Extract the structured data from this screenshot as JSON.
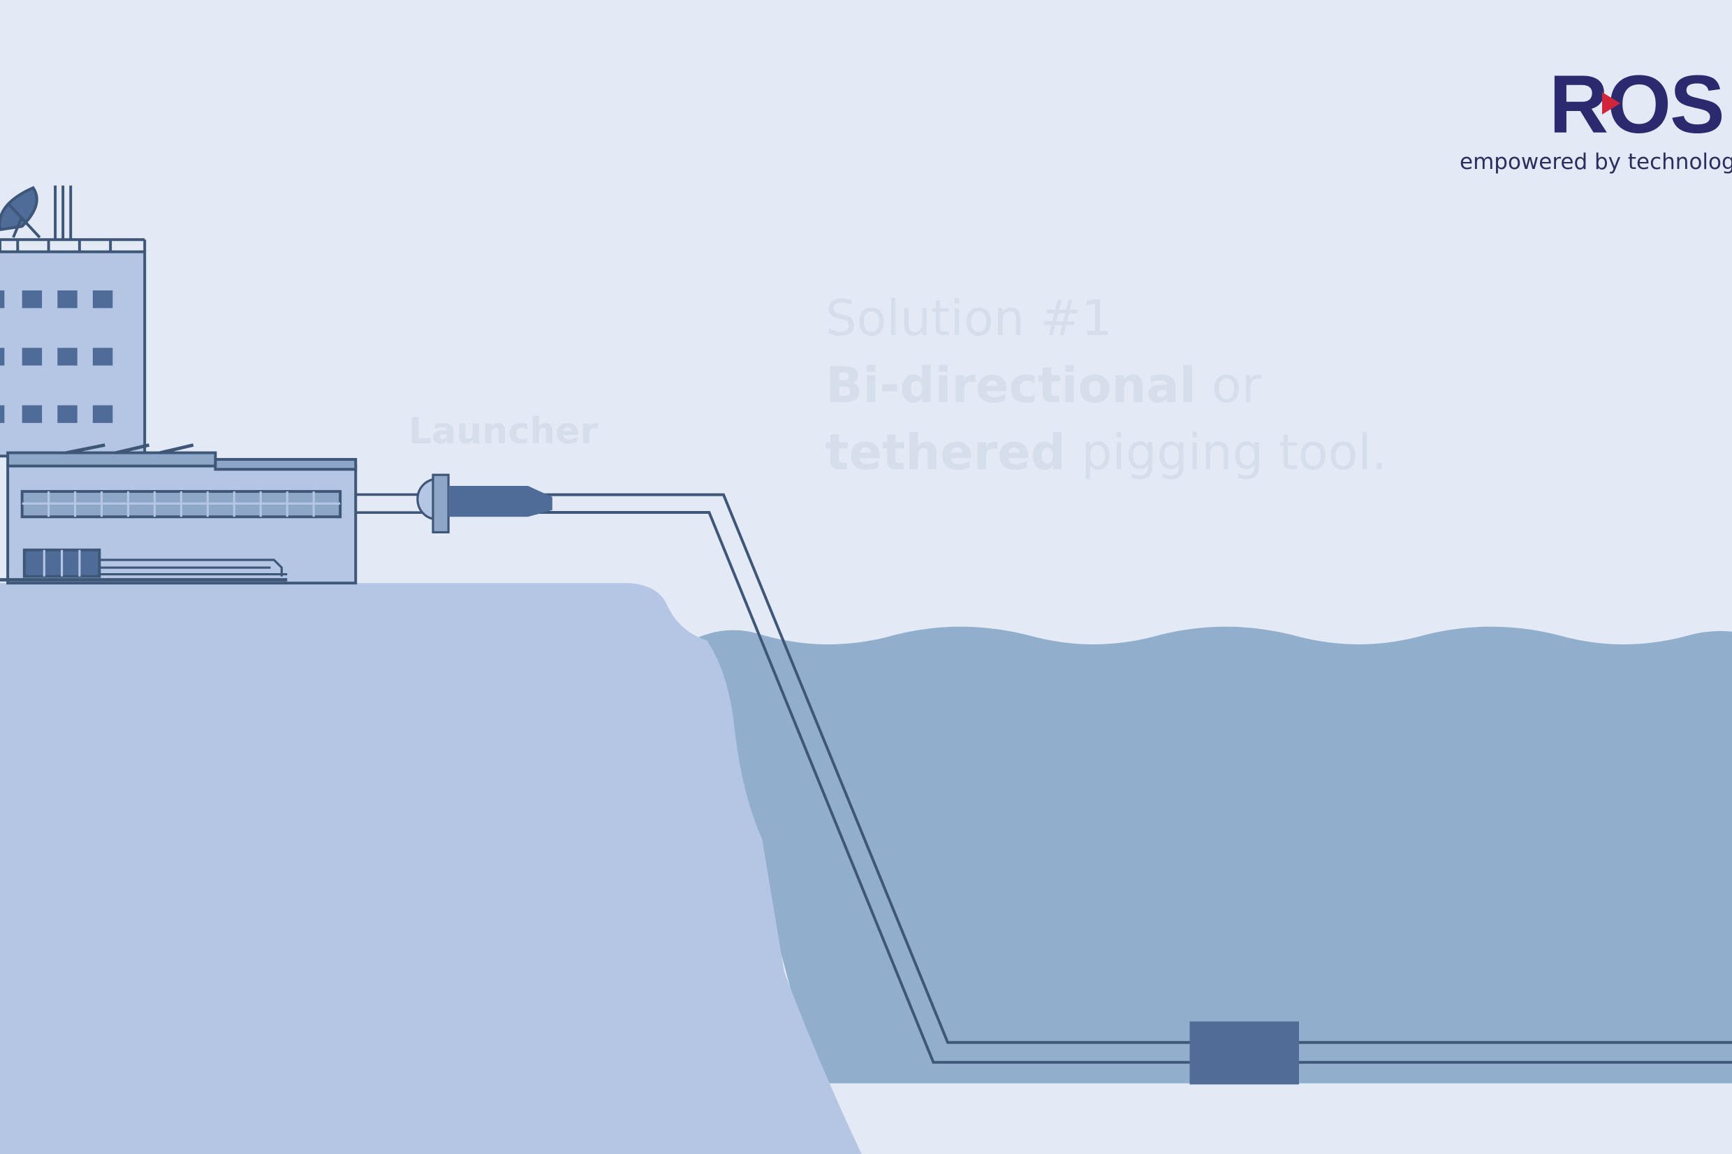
{
  "scene": {
    "colors": {
      "sky": "#e3eaf5",
      "land": "#b4c6e3",
      "water": "#91afcc",
      "seabed": "#e3eaf5",
      "outline": "#3e5677",
      "tool": "#4f6c98",
      "valve_block": "#516d97",
      "faded_text": "#d6deeb"
    },
    "launcher_label": "Launcher",
    "caption": {
      "line1": "Solution #1",
      "line2_bold": "Bi-directional",
      "line2_rest": " or",
      "line3_bold": "tethered",
      "line3_rest": " pigging tool."
    }
  },
  "logo": {
    "wordmark": "ROS",
    "accent_color": "#d0253a",
    "brand_color": "#2c2a6e",
    "tagline": "empowered by technology"
  }
}
